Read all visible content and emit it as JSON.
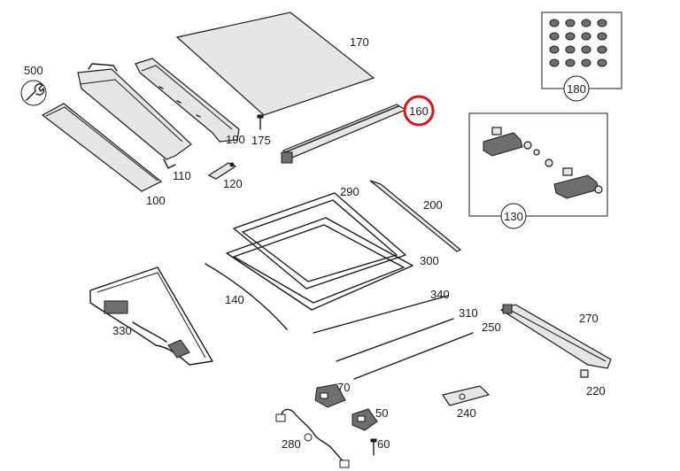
{
  "diagram": {
    "highlight_color": "#d9141d",
    "highlighted_part": "160",
    "parts": [
      {
        "id": "p500",
        "number": "500",
        "icon": "wrench-icon"
      },
      {
        "id": "p100",
        "number": "100"
      },
      {
        "id": "p110",
        "number": "110"
      },
      {
        "id": "p120",
        "number": "120"
      },
      {
        "id": "p170",
        "number": "170"
      },
      {
        "id": "p175",
        "number": "175"
      },
      {
        "id": "p190",
        "number": "190"
      },
      {
        "id": "p160",
        "number": "160"
      },
      {
        "id": "p180",
        "number": "180"
      },
      {
        "id": "p130",
        "number": "130"
      },
      {
        "id": "p290",
        "number": "290"
      },
      {
        "id": "p200",
        "number": "200"
      },
      {
        "id": "p300",
        "number": "300"
      },
      {
        "id": "p340",
        "number": "340"
      },
      {
        "id": "p310",
        "number": "310"
      },
      {
        "id": "p250",
        "number": "250"
      },
      {
        "id": "p140",
        "number": "140"
      },
      {
        "id": "p330",
        "number": "330"
      },
      {
        "id": "p270",
        "number": "270"
      },
      {
        "id": "p220",
        "number": "220"
      },
      {
        "id": "p70",
        "number": "70"
      },
      {
        "id": "p50",
        "number": "50"
      },
      {
        "id": "p240",
        "number": "240"
      },
      {
        "id": "p280",
        "number": "280"
      },
      {
        "id": "p60",
        "number": "60"
      }
    ]
  }
}
